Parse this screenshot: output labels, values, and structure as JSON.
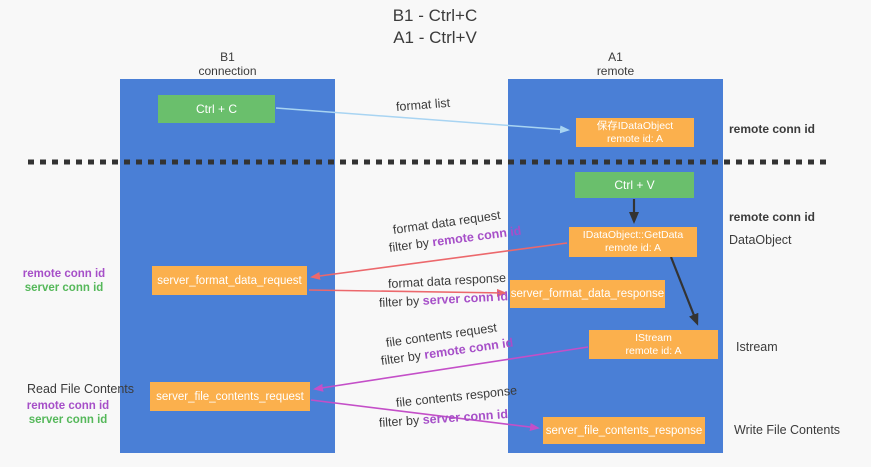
{
  "title": {
    "line1": "B1 - Ctrl+C",
    "line2": "A1 - Ctrl+V"
  },
  "columns": {
    "left": {
      "name": "B1",
      "role": "connection"
    },
    "right": {
      "name": "A1",
      "role": "remote"
    }
  },
  "nodes": {
    "ctrl_c": "Ctrl + C",
    "ctrl_v": "Ctrl + V",
    "save_idataobject": {
      "line1": "保存IDataObject",
      "line2": "remote id: A"
    },
    "getdata": {
      "line1": "IDataObject::GetData",
      "line2": "remote id: A"
    },
    "istream": {
      "line1": "IStream",
      "line2": "remote id: A"
    },
    "format_request": "server_format_data_request",
    "format_response": "server_format_data_response",
    "file_request": "server_file_contents_request",
    "file_response": "server_file_contents_response"
  },
  "labels": {
    "format_list": "format list",
    "format_data_request": "format data request",
    "format_data_response": "format data response",
    "file_contents_request": "file contents request",
    "file_contents_response": "file contents response",
    "filter_by": "filter by",
    "remote_conn_id": "remote conn id",
    "server_conn_id": "server conn id",
    "dataobject": "DataObject",
    "istream_side": "Istream",
    "read_file_contents": "Read File Contents",
    "write_file_contents": "Write File Contents"
  },
  "colors": {
    "column-blue": "#4a7fd6",
    "node-green": "#6abf6c",
    "node-orange": "#fbb04d",
    "text-dark": "#3b3b3b",
    "text-purple": "#a64fc8",
    "text-green": "#55b85a",
    "arrow-blue": "#a8d4f2",
    "arrow-red": "#ec686c",
    "arrow-magenta": "#c44fc8",
    "arrow-black": "#333333",
    "background": "#f8f8f8"
  }
}
